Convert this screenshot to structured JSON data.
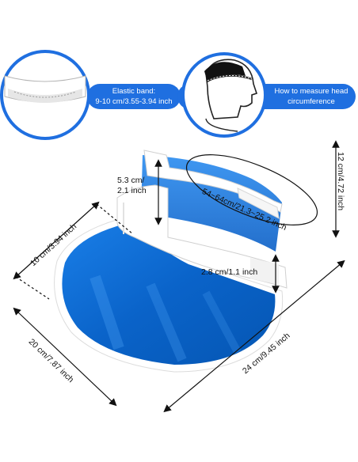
{
  "callouts": {
    "elastic_band": {
      "line1": "Elastic band:",
      "line2": "9-10 cm/3.55-3.94 inch"
    },
    "head_measure": {
      "line1": "How to measure head",
      "line2": "circumference"
    }
  },
  "dimensions": {
    "circumference": "54~64cm/21.3~25.2 inch",
    "height": "12 cm/4.72 inch",
    "sweatband_height_line1": "5.3 cm/",
    "sweatband_height_line2": "2.1 inch",
    "band_width": "2.8 cm/1.1 inch",
    "brim_depth": "10 cm/3.94 inch",
    "brim_length": "20 cm/7.87 inch",
    "total_width": "24 cm/9.45 inch"
  },
  "colors": {
    "accent_blue": "#1f6fe0",
    "visor_blue": "#0a68d0",
    "visor_light": "#2b8ff0",
    "band_white": "#ffffff"
  }
}
